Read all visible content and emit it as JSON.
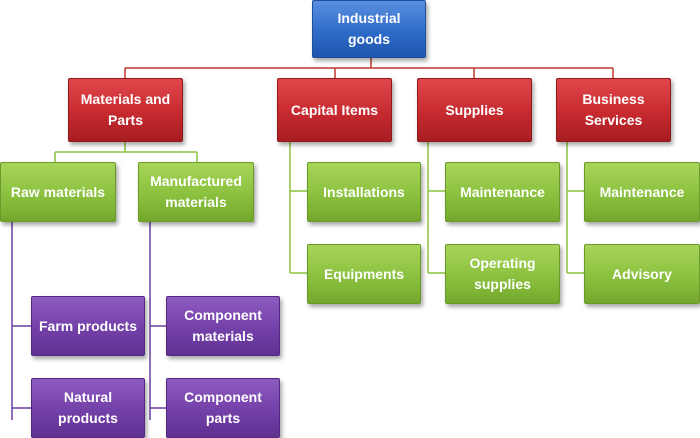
{
  "root": {
    "label": "Industrial goods"
  },
  "categories": {
    "materials_and_parts": "Materials and Parts",
    "capital_items": "Capital Items",
    "supplies": "Supplies",
    "business_services": "Business Services"
  },
  "materials": {
    "raw_materials": "Raw materials",
    "manufactured_materials": "Manufactured materials",
    "farm_products": "Farm products",
    "natural_products": "Natural products",
    "component_materials": "Component materials",
    "component_parts": "Component parts"
  },
  "capital": {
    "installations": "Installations",
    "equipments": "Equipments"
  },
  "supplies": {
    "maintenance": "Maintenance",
    "operating_supplies": "Operating supplies"
  },
  "services": {
    "maintenance": "Maintenance",
    "advisory": "Advisory"
  },
  "colors": {
    "root": "#2e6bc8",
    "category": "#c62a2f",
    "subcategory": "#8bc13f",
    "leaf": "#7340a8",
    "connector_category": "#c0392b",
    "connector_green": "#8bc13f",
    "connector_purple": "#6b3fa0"
  }
}
